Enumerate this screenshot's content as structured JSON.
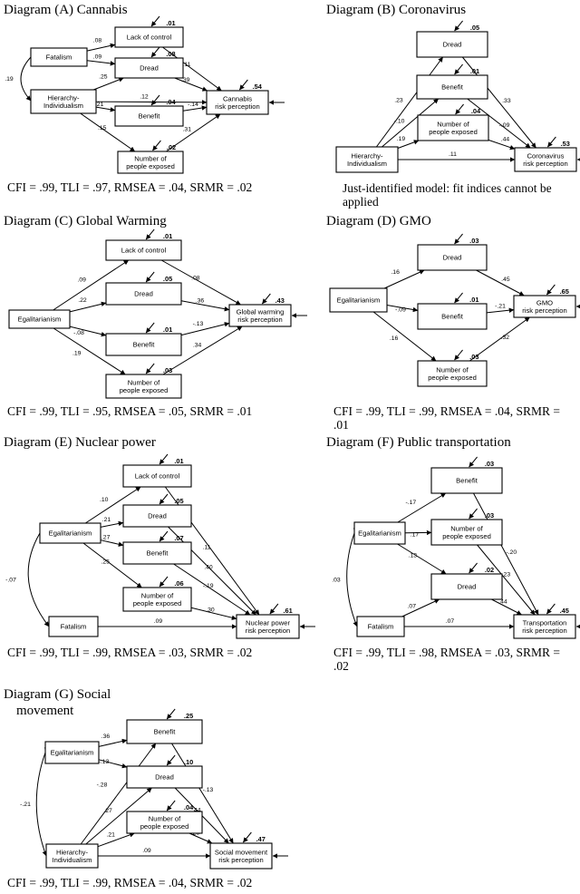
{
  "diagrams": [
    {
      "id": "A",
      "title": "Diagram (A) Cannabis",
      "fit": [
        "CFI = .99, TLI = .97, RMSEA = .04, SRMR = .02"
      ],
      "nodes": [
        {
          "id": "fat",
          "label": [
            "Fatalism"
          ]
        },
        {
          "id": "hier",
          "label": [
            "Hierarchy-",
            "Individualism"
          ]
        },
        {
          "id": "loc",
          "label": [
            "Lack of control"
          ],
          "r2": ".01"
        },
        {
          "id": "dread",
          "label": [
            "Dread"
          ],
          "r2": ".08"
        },
        {
          "id": "ben",
          "label": [
            "Benefit"
          ],
          "r2": ".04"
        },
        {
          "id": "npe",
          "label": [
            "Number of",
            "people exposed"
          ],
          "r2": ".02"
        },
        {
          "id": "out",
          "label": [
            "Cannabis",
            "risk perception"
          ],
          "r2": ".54"
        }
      ],
      "edges": [
        {
          "from": "fat",
          "to": "loc",
          "coef": ".08"
        },
        {
          "from": "fat",
          "to": "dread",
          "coef": ".09"
        },
        {
          "from": "hier",
          "to": "dread",
          "coef": ".25"
        },
        {
          "from": "hier",
          "to": "out",
          "coef": ".12"
        },
        {
          "from": "hier",
          "to": "ben",
          "coef": "-.21"
        },
        {
          "from": "hier",
          "to": "npe",
          "coef": ".15"
        },
        {
          "from": "loc",
          "to": "out",
          "coef": ".11"
        },
        {
          "from": "dread",
          "to": "out",
          "coef": ".39"
        },
        {
          "from": "ben",
          "to": "out",
          "coef": "-.14"
        },
        {
          "from": "npe",
          "to": "out",
          "coef": ".31"
        }
      ],
      "correlations": [
        {
          "a": "fat",
          "b": "hier",
          "coef": ".19"
        }
      ]
    },
    {
      "id": "B",
      "title": "Diagram (B) Coronavirus",
      "fit": [
        "Just-identified model: fit indices cannot be",
        "applied"
      ],
      "nodes": [
        {
          "id": "hier",
          "label": [
            "Hierarchy-",
            "Individualism"
          ]
        },
        {
          "id": "dread",
          "label": [
            "Dread"
          ],
          "r2": ".05"
        },
        {
          "id": "ben",
          "label": [
            "Benefit"
          ],
          "r2": ".01"
        },
        {
          "id": "npe",
          "label": [
            "Number of",
            "people exposed"
          ],
          "r2": ".04"
        },
        {
          "id": "out",
          "label": [
            "Coronavirus",
            "risk perception"
          ],
          "r2": ".53"
        }
      ],
      "edges": [
        {
          "from": "hier",
          "to": "dread",
          "coef": ".23"
        },
        {
          "from": "hier",
          "to": "ben",
          "coef": "-.10"
        },
        {
          "from": "hier",
          "to": "npe",
          "coef": ".19"
        },
        {
          "from": "hier",
          "to": "out",
          "coef": ".11"
        },
        {
          "from": "dread",
          "to": "out",
          "coef": ".33"
        },
        {
          "from": "ben",
          "to": "out",
          "coef": "-.09"
        },
        {
          "from": "npe",
          "to": "out",
          "coef": ".44"
        }
      ],
      "correlations": []
    },
    {
      "id": "C",
      "title": "Diagram (C) Global Warming",
      "fit": [
        "CFI = .99, TLI = .95, RMSEA = .05, SRMR = .01"
      ],
      "nodes": [
        {
          "id": "ega",
          "label": [
            "Egalitarianism"
          ]
        },
        {
          "id": "loc",
          "label": [
            "Lack of control"
          ],
          "r2": ".01"
        },
        {
          "id": "dread",
          "label": [
            "Dread"
          ],
          "r2": ".05"
        },
        {
          "id": "ben",
          "label": [
            "Benefit"
          ],
          "r2": ".01"
        },
        {
          "id": "npe",
          "label": [
            "Number of",
            "people exposed"
          ],
          "r2": ".03"
        },
        {
          "id": "out",
          "label": [
            "Global warming",
            "risk perception"
          ],
          "r2": ".43"
        }
      ],
      "edges": [
        {
          "from": "ega",
          "to": "loc",
          "coef": ".09"
        },
        {
          "from": "ega",
          "to": "dread",
          "coef": ".22"
        },
        {
          "from": "ega",
          "to": "ben",
          "coef": "-.08"
        },
        {
          "from": "ega",
          "to": "npe",
          "coef": ".19"
        },
        {
          "from": "loc",
          "to": "out",
          "coef": ".08"
        },
        {
          "from": "dread",
          "to": "out",
          "coef": ".36"
        },
        {
          "from": "ben",
          "to": "out",
          "coef": "-.13"
        },
        {
          "from": "npe",
          "to": "out",
          "coef": ".34"
        }
      ],
      "correlations": []
    },
    {
      "id": "D",
      "title": "Diagram (D) GMO",
      "fit": [
        "CFI = .99, TLI = .99, RMSEA = .04, SRMR =",
        ".01"
      ],
      "nodes": [
        {
          "id": "ega",
          "label": [
            "Egalitarianism"
          ]
        },
        {
          "id": "dread",
          "label": [
            "Dread"
          ],
          "r2": ".03"
        },
        {
          "id": "ben",
          "label": [
            "Benefit"
          ],
          "r2": ".01"
        },
        {
          "id": "npe",
          "label": [
            "Number of",
            "people exposed"
          ],
          "r2": ".03"
        },
        {
          "id": "out",
          "label": [
            "GMO",
            "risk perception"
          ],
          "r2": ".65"
        }
      ],
      "edges": [
        {
          "from": "ega",
          "to": "dread",
          "coef": ".16"
        },
        {
          "from": "ega",
          "to": "ben",
          "coef": "-.09"
        },
        {
          "from": "ega",
          "to": "npe",
          "coef": ".16"
        },
        {
          "from": "dread",
          "to": "out",
          "coef": ".45"
        },
        {
          "from": "ben",
          "to": "out",
          "coef": "-.21"
        },
        {
          "from": "npe",
          "to": "out",
          "coef": ".32"
        }
      ],
      "correlations": []
    },
    {
      "id": "E",
      "title": "Diagram (E) Nuclear power",
      "fit": [
        "CFI = .99, TLI = .99, RMSEA = .03, SRMR = .02"
      ],
      "nodes": [
        {
          "id": "ega",
          "label": [
            "Egalitarianism"
          ]
        },
        {
          "id": "fat",
          "label": [
            "Fatalism"
          ]
        },
        {
          "id": "loc",
          "label": [
            "Lack of control"
          ],
          "r2": ".01"
        },
        {
          "id": "dread",
          "label": [
            "Dread"
          ],
          "r2": ".05"
        },
        {
          "id": "ben",
          "label": [
            "Benefit"
          ],
          "r2": ".07"
        },
        {
          "id": "npe",
          "label": [
            "Number of",
            "people exposed"
          ],
          "r2": ".06"
        },
        {
          "id": "out",
          "label": [
            "Nuclear power",
            "risk perception"
          ],
          "r2": ".61"
        }
      ],
      "edges": [
        {
          "from": "ega",
          "to": "loc",
          "coef": ".10"
        },
        {
          "from": "ega",
          "to": "dread",
          "coef": ".21"
        },
        {
          "from": "ega",
          "to": "ben",
          "coef": "-.27"
        },
        {
          "from": "ega",
          "to": "npe",
          "coef": ".25"
        },
        {
          "from": "fat",
          "to": "out",
          "coef": ".09"
        },
        {
          "from": "loc",
          "to": "out",
          "coef": ".11"
        },
        {
          "from": "dread",
          "to": "out",
          "coef": ".40"
        },
        {
          "from": "ben",
          "to": "out",
          "coef": "-.19"
        },
        {
          "from": "npe",
          "to": "out",
          "coef": ".30"
        }
      ],
      "correlations": [
        {
          "a": "ega",
          "b": "fat",
          "coef": "-.07"
        }
      ]
    },
    {
      "id": "F",
      "title": "Diagram (F) Public transportation",
      "fit": [
        "CFI = .99, TLI = .98, RMSEA = .03, SRMR =",
        ".02"
      ],
      "nodes": [
        {
          "id": "ega",
          "label": [
            "Egalitarianism"
          ]
        },
        {
          "id": "fat",
          "label": [
            "Fatalism"
          ]
        },
        {
          "id": "ben",
          "label": [
            "Benefit"
          ],
          "r2": ".03"
        },
        {
          "id": "npe",
          "label": [
            "Number of",
            "people exposed"
          ],
          "r2": ".03"
        },
        {
          "id": "dread",
          "label": [
            "Dread"
          ],
          "r2": ".02"
        },
        {
          "id": "out",
          "label": [
            "Transportation",
            "risk perception"
          ],
          "r2": ".45"
        }
      ],
      "edges": [
        {
          "from": "ega",
          "to": "ben",
          "coef": "-.17"
        },
        {
          "from": "ega",
          "to": "npe",
          "coef": ".17"
        },
        {
          "from": "ega",
          "to": "dread",
          "coef": ".13"
        },
        {
          "from": "fat",
          "to": "dread",
          "coef": ".07"
        },
        {
          "from": "fat",
          "to": "out",
          "coef": ".07"
        },
        {
          "from": "ben",
          "to": "out",
          "coef": "-.20"
        },
        {
          "from": "npe",
          "to": "out",
          "coef": ".23"
        },
        {
          "from": "dread",
          "to": "out",
          "coef": ".44"
        }
      ],
      "correlations": [
        {
          "a": "ega",
          "b": "fat",
          "coef": ".03"
        }
      ]
    },
    {
      "id": "G",
      "title": "Diagram (G) Social",
      "title2": "movement",
      "fit": [
        "CFI = .99, TLI = .99, RMSEA = .04, SRMR = .02"
      ],
      "nodes": [
        {
          "id": "ega",
          "label": [
            "Egalitarianism"
          ]
        },
        {
          "id": "hier",
          "label": [
            "Hierarchy-",
            "Individualism"
          ]
        },
        {
          "id": "ben",
          "label": [
            "Benefit"
          ],
          "r2": ".25"
        },
        {
          "id": "dread",
          "label": [
            "Dread"
          ],
          "r2": ".10"
        },
        {
          "id": "npe",
          "label": [
            "Number of",
            "people exposed"
          ],
          "r2": ".04"
        },
        {
          "id": "out",
          "label": [
            "Social movement",
            "risk perception"
          ],
          "r2": ".47"
        }
      ],
      "edges": [
        {
          "from": "ega",
          "to": "ben",
          "coef": ".36"
        },
        {
          "from": "ega",
          "to": "dread",
          "coef": "-.13"
        },
        {
          "from": "hier",
          "to": "ben",
          "coef": "-.28"
        },
        {
          "from": "hier",
          "to": "dread",
          "coef": ".27"
        },
        {
          "from": "hier",
          "to": "npe",
          "coef": ".21"
        },
        {
          "from": "hier",
          "to": "out",
          "coef": ".09"
        },
        {
          "from": "ben",
          "to": "out",
          "coef": "-.13"
        },
        {
          "from": "dread",
          "to": "out",
          "coef": ".44"
        },
        {
          "from": "npe",
          "to": "out",
          "coef": ".26"
        }
      ],
      "correlations": [
        {
          "a": "ega",
          "b": "hier",
          "coef": "-.21"
        }
      ]
    }
  ]
}
